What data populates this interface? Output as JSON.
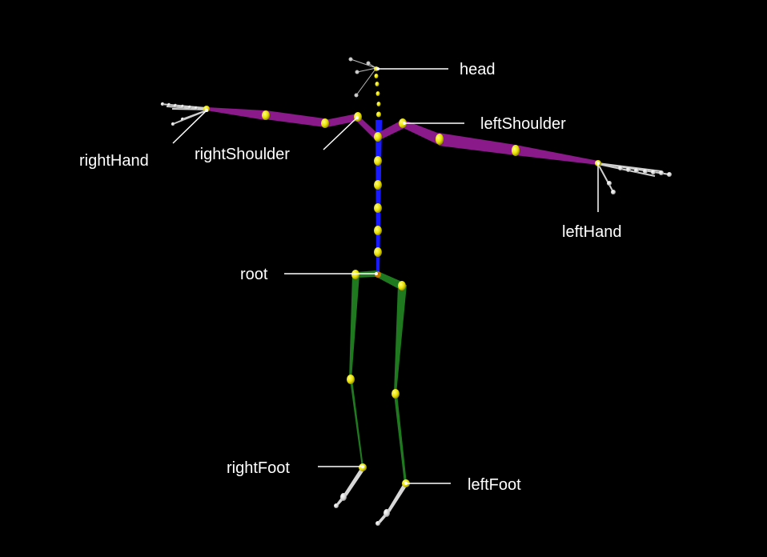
{
  "labels": {
    "head": "head",
    "leftShoulder": "leftShoulder",
    "rightHand": "rightHand",
    "rightShoulder": "rightShoulder",
    "leftHand": "leftHand",
    "root": "root",
    "rightFoot": "rightFoot",
    "leftFoot": "leftFoot"
  },
  "colors": {
    "background": "#000000",
    "spine": "#1a1aff",
    "arms": "#8a1a8a",
    "legs": "#1f7a1f",
    "joints": "#e8e000",
    "extremities": "#d8d8d8",
    "label_text": "#ffffff",
    "leader_lines": "#ffffff"
  }
}
